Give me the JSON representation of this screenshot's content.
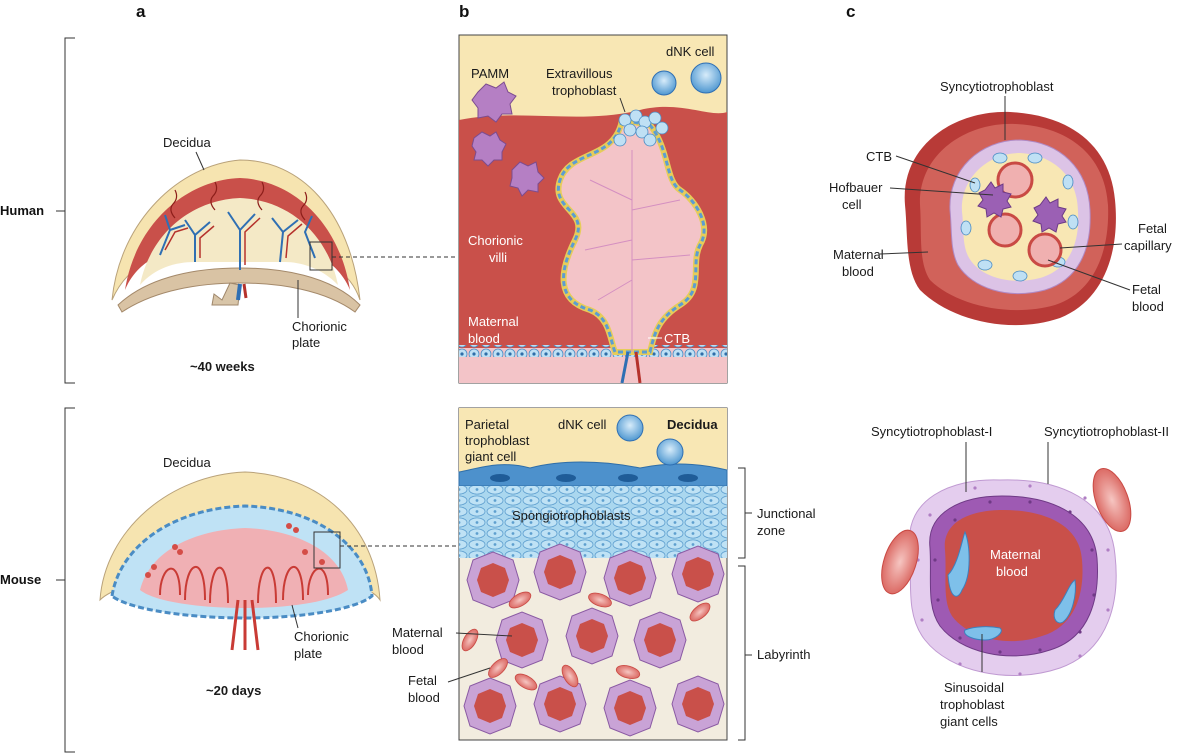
{
  "panels": {
    "a": "a",
    "b": "b",
    "c": "c"
  },
  "species": {
    "human": "Human",
    "mouse": "Mouse"
  },
  "panel_a": {
    "human": {
      "decidua": "Decidua",
      "chorionic_plate_1": "Chorionic",
      "chorionic_plate_2": "plate",
      "age": "~40 weeks"
    },
    "mouse": {
      "decidua": "Decidua",
      "chorionic_plate_1": "Chorionic",
      "chorionic_plate_2": "plate",
      "age": "~20 days"
    }
  },
  "panel_b": {
    "human": {
      "pamm": "PAMM",
      "evt_1": "Extravillous",
      "evt_2": "trophoblast",
      "dnk": "dNK cell",
      "villi_1": "Chorionic",
      "villi_2": "villi",
      "maternal_1": "Maternal",
      "maternal_2": "blood",
      "ctb": "CTB"
    },
    "mouse": {
      "ptgc_1": "Parietal",
      "ptgc_2": "trophoblast",
      "ptgc_3": "giant cell",
      "dnk": "dNK cell",
      "decidua": "Decidua",
      "spongio": "Spongiotrophoblasts",
      "junctional_1": "Junctional",
      "junctional_2": "zone",
      "maternal_1": "Maternal",
      "maternal_2": "blood",
      "fetal_1": "Fetal",
      "fetal_2": "blood",
      "labyrinth": "Labyrinth"
    }
  },
  "panel_c": {
    "human": {
      "syncytio": "Syncytiotrophoblast",
      "ctb": "CTB",
      "hofbauer_1": "Hofbauer",
      "hofbauer_2": "cell",
      "maternal_1": "Maternal",
      "maternal_2": "blood",
      "fetal_cap_1": "Fetal",
      "fetal_cap_2": "capillary",
      "fetal_blood_1": "Fetal",
      "fetal_blood_2": "blood"
    },
    "mouse": {
      "syn1": "Syncytiotrophoblast-I",
      "syn2": "Syncytiotrophoblast-II",
      "maternal_1": "Maternal",
      "maternal_2": "blood",
      "stgc_1": "Sinusoidal",
      "stgc_2": "trophoblast",
      "stgc_3": "giant cells"
    }
  },
  "colors": {
    "decidua": "#f8e7b4",
    "maternal_blood": "#c9504a",
    "villus": "#f3c4c8",
    "trophoblast": "#a9d4ee",
    "trophoblast_border": "#4a8cc4",
    "syncytium": "#e6cc5a",
    "spongio": "#a9d8f0",
    "syncytio_purple": "#c9a3d6",
    "dnk": "#5ba4d8",
    "pamm": "#b57fc4"
  }
}
